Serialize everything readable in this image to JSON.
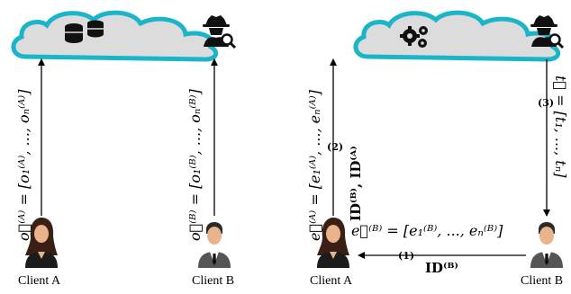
{
  "left_panel": {
    "client_a": {
      "label": "Client A"
    },
    "client_b": {
      "label": "Client B"
    },
    "upload_a": {
      "expr": "o⃗⁽ᴬ⁾ = [o₁⁽ᴬ⁾, ..., oₙ⁽ᴬ⁾]"
    },
    "upload_b": {
      "expr": "o⃗⁽ᴮ⁾ = [o₁⁽ᴮ⁾, ..., oₙ⁽ᴮ⁾]"
    }
  },
  "right_panel": {
    "client_a": {
      "label": "Client A"
    },
    "client_b": {
      "label": "Client B"
    },
    "step1": {
      "number": "(1)",
      "payload": "ID⁽ᴮ⁾",
      "expr": "e⃗⁽ᴮ⁾ = [e₁⁽ᴮ⁾, ..., eₙ⁽ᴮ⁾]"
    },
    "step2": {
      "number": "(2)",
      "payload": "ID⁽ᴮ⁾, ID⁽ᴬ⁾",
      "expr": "e⃗⁽ᴬ⁾ = [e₁⁽ᴬ⁾, ..., eₙ⁽ᴬ⁾]"
    },
    "step3": {
      "number": "(3)",
      "expr": "t⃗ = [t₁, ..., tₙ]"
    }
  },
  "icons": {
    "left_cloud": "cloud-icon",
    "database": "database-icon",
    "right_cloud": "cloud-icon",
    "gears": "gears-icon",
    "spy": "spy-icon",
    "female_user": "female-user-icon",
    "male_user": "male-user-icon"
  },
  "colors": {
    "cloud_outline": "#1ab5c9",
    "arrow": "#000000"
  }
}
